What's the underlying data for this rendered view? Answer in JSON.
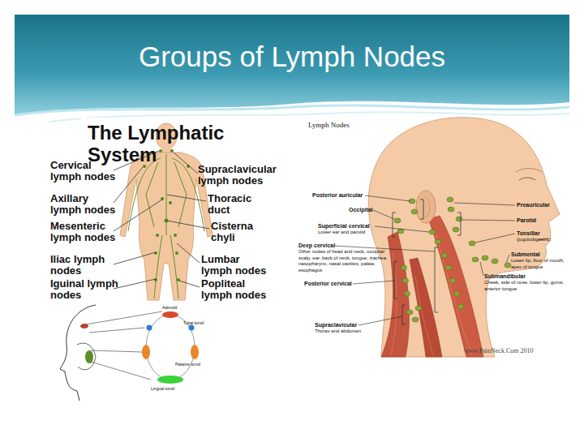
{
  "diagram": {
    "title": "Groups of Lymph Nodes",
    "labels": [
      "The Lymphatic System",
      "Cervical lymph nodes",
      "Supraclavicular lymph nodes",
      "Axillary lymph nodes",
      "Thoracic duct",
      "Mesenteric lymph nodes",
      "Cisterna chyli",
      "Iliac lymph nodes",
      "Lumbar lymph nodes",
      "Iguinal lymph nodes",
      "Popliteal lymph nodes",
      "Lymph Nodes",
      "Posterior auricular",
      "Preauricular",
      "Occipital",
      "Parotid",
      "Superficial cervical",
      "Lower ear and parotid",
      "Tonsillar",
      "(jugulodigastric)",
      "Deep cervical",
      "Other nodes of head and neck, occipital scalp, ear, back of neck, tongue, trachea, nasopharynx, nasal cavities, palate, esophagus",
      "Submental",
      "Lower lip, floor of mouth, apex of tongue",
      "Posterior cervical",
      "Submandibular",
      "Cheek, side of nose, lower lip, gums, anterior tongue",
      "Supraclavicular",
      "Thorax and abdomen",
      "www.PainNeck.Com 2010",
      "Adenoid",
      "Tubal tonsil",
      "Palatine tonsil",
      "Lingual tonsil"
    ]
  }
}
